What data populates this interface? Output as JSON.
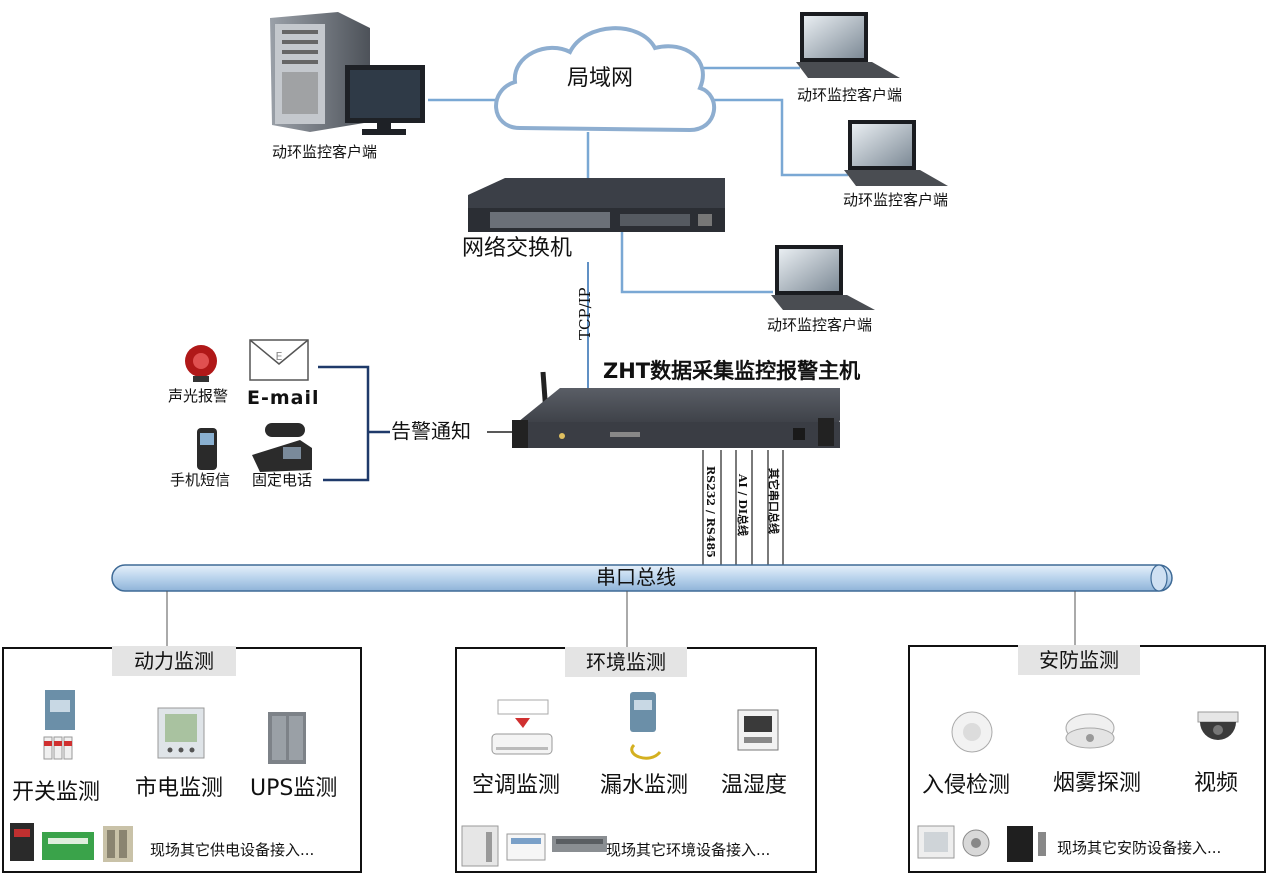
{
  "network": {
    "cloud_label": "局域网",
    "switch_label": "网络交换机",
    "protocol_label": "TCP/IP",
    "clients": [
      {
        "label": "动环监控客户端"
      },
      {
        "label": "动环监控客户端"
      },
      {
        "label": "动环监控客户端"
      },
      {
        "label": "动环监控客户端"
      }
    ]
  },
  "host": {
    "label": "ZHT数据采集监控报警主机"
  },
  "alarm": {
    "sound_light": "声光报警",
    "email": "E-mail",
    "sms": "手机短信",
    "phone": "固定电话",
    "notify_label": "告警通知"
  },
  "bus": {
    "label": "串口总线",
    "connectors": [
      {
        "label": "RS232 / RS485"
      },
      {
        "label": "AI / DI总线"
      },
      {
        "label": "其它串口总线"
      }
    ]
  },
  "panels": {
    "power": {
      "title": "动力监测",
      "devices": [
        "开关监测",
        "市电监测",
        "UPS监测"
      ],
      "other": "现场其它供电设备接入..."
    },
    "environment": {
      "title": "环境监测",
      "devices": [
        "空调监测",
        "漏水监测",
        "温湿度"
      ],
      "other": "现场其它环境设备接入..."
    },
    "security": {
      "title": "安防监测",
      "devices": [
        "入侵检测",
        "烟雾探测",
        "视频"
      ],
      "other": "现场其它安防设备接入..."
    }
  },
  "colors": {
    "link_line": "#7aa8d4",
    "cloud_stroke": "#8eaed0",
    "bus_fill": "#b9d3ec",
    "alarm_line": "#1f3a6a",
    "panel_title_bg": "#e4e4e4"
  }
}
